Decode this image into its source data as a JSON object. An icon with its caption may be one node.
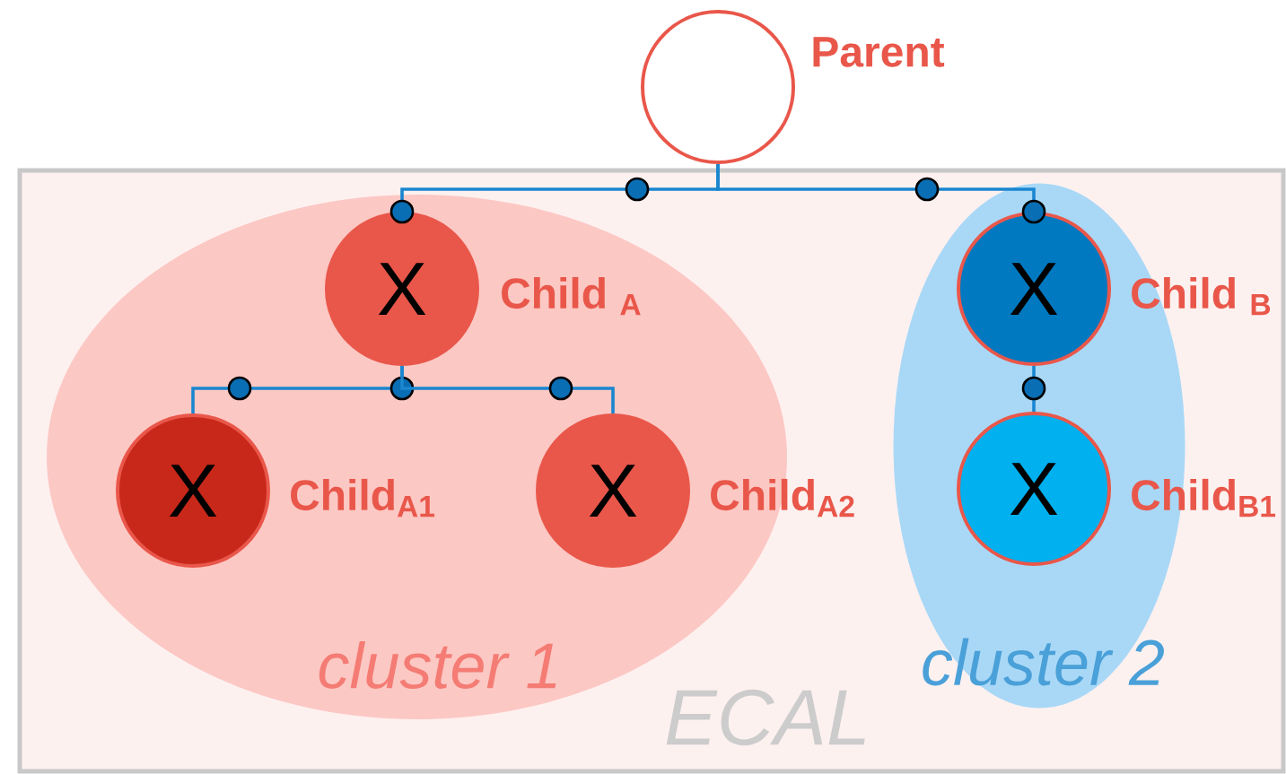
{
  "diagram": {
    "nodes": [
      {
        "text": [
          "ECAL"
        ]
      },
      {
        "text": [
          "cluster 1"
        ],
        "in": 0
      },
      {
        "text": [
          "cluster 2"
        ],
        "in": 0
      },
      {
        "text": [],
        "shape": "circle",
        "beside": [
          "Parent"
        ]
      },
      {
        "text": [
          "X"
        ],
        "in": 1,
        "beside": [
          "Child $_{A}$"
        ]
      },
      {
        "text": [
          "X"
        ],
        "in": 1,
        "beside": [
          "Child$_{A1}$"
        ]
      },
      {
        "text": [
          "X"
        ],
        "in": 1,
        "beside": [
          "Child$_{A2}$"
        ]
      },
      {
        "text": [
          "X"
        ],
        "in": 2,
        "beside": [
          "Child $_{B}$"
        ]
      },
      {
        "text": [
          "X"
        ],
        "in": 2,
        "beside": [
          "Child$_{B1}$"
        ]
      }
    ],
    "edges": [
      {
        "from": 3,
        "to": 4,
        "arrow": "other"
      },
      {
        "from": 3,
        "to": 7,
        "arrow": "other"
      },
      {
        "from": 4,
        "to": 5,
        "arrow": "none"
      },
      {
        "from": 4,
        "to": 6,
        "arrow": "none"
      },
      {
        "from": 7,
        "to": 8,
        "arrow": "none"
      }
    ]
  }
}
